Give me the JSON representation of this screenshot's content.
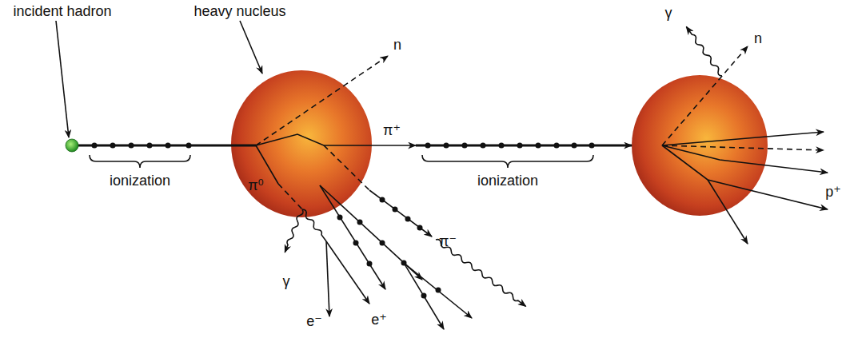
{
  "diagram": {
    "labels": [
      "incident hadron",
      "heavy nucleus",
      "n",
      "ionization",
      "π⁺",
      "π⁰",
      "π⁻",
      "ionization",
      "γ",
      "e⁻",
      "e⁺",
      "γ",
      "n",
      "p⁺"
    ]
  }
}
